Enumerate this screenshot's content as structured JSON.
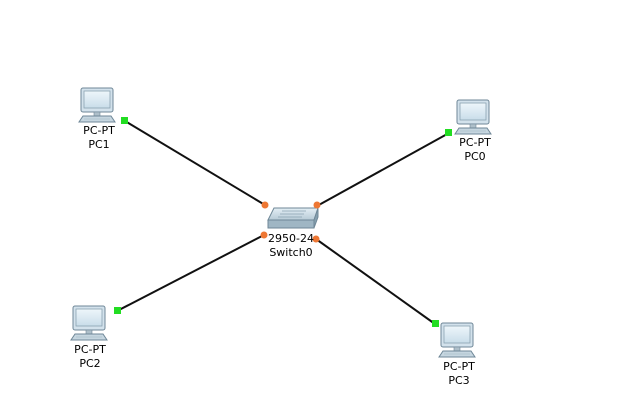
{
  "workspace": {
    "background": "#ffffff",
    "link_color": "#111111",
    "status_up_color": "#22dd22",
    "status_port_color": "#ee7733"
  },
  "devices": [
    {
      "id": "pc1",
      "icon": "pc-icon",
      "model": "PC-PT",
      "name": "PC1"
    },
    {
      "id": "pc0",
      "icon": "pc-icon",
      "model": "PC-PT",
      "name": "PC0"
    },
    {
      "id": "pc2",
      "icon": "pc-icon",
      "model": "PC-PT",
      "name": "PC2"
    },
    {
      "id": "pc3",
      "icon": "pc-icon",
      "model": "PC-PT",
      "name": "PC3"
    },
    {
      "id": "switch0",
      "icon": "switch-icon",
      "model": "2950-24",
      "name": "Switch0"
    }
  ],
  "links": [
    {
      "from": "pc1",
      "to": "switch0",
      "end_a_status": "up",
      "end_b_status": "port"
    },
    {
      "from": "pc0",
      "to": "switch0",
      "end_a_status": "up",
      "end_b_status": "port"
    },
    {
      "from": "pc2",
      "to": "switch0",
      "end_a_status": "up",
      "end_b_status": "port"
    },
    {
      "from": "pc3",
      "to": "switch0",
      "end_a_status": "up",
      "end_b_status": "port"
    }
  ]
}
